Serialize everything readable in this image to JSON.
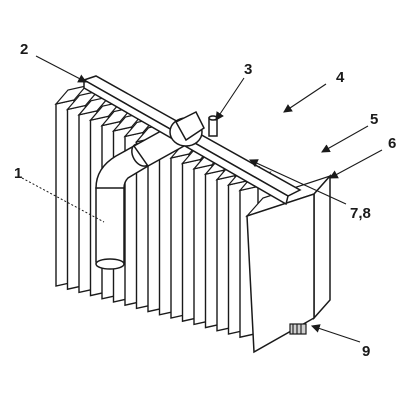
{
  "figure": {
    "callouts": [
      "1",
      "2",
      "3",
      "4",
      "5",
      "6",
      "7,8",
      "9"
    ]
  }
}
